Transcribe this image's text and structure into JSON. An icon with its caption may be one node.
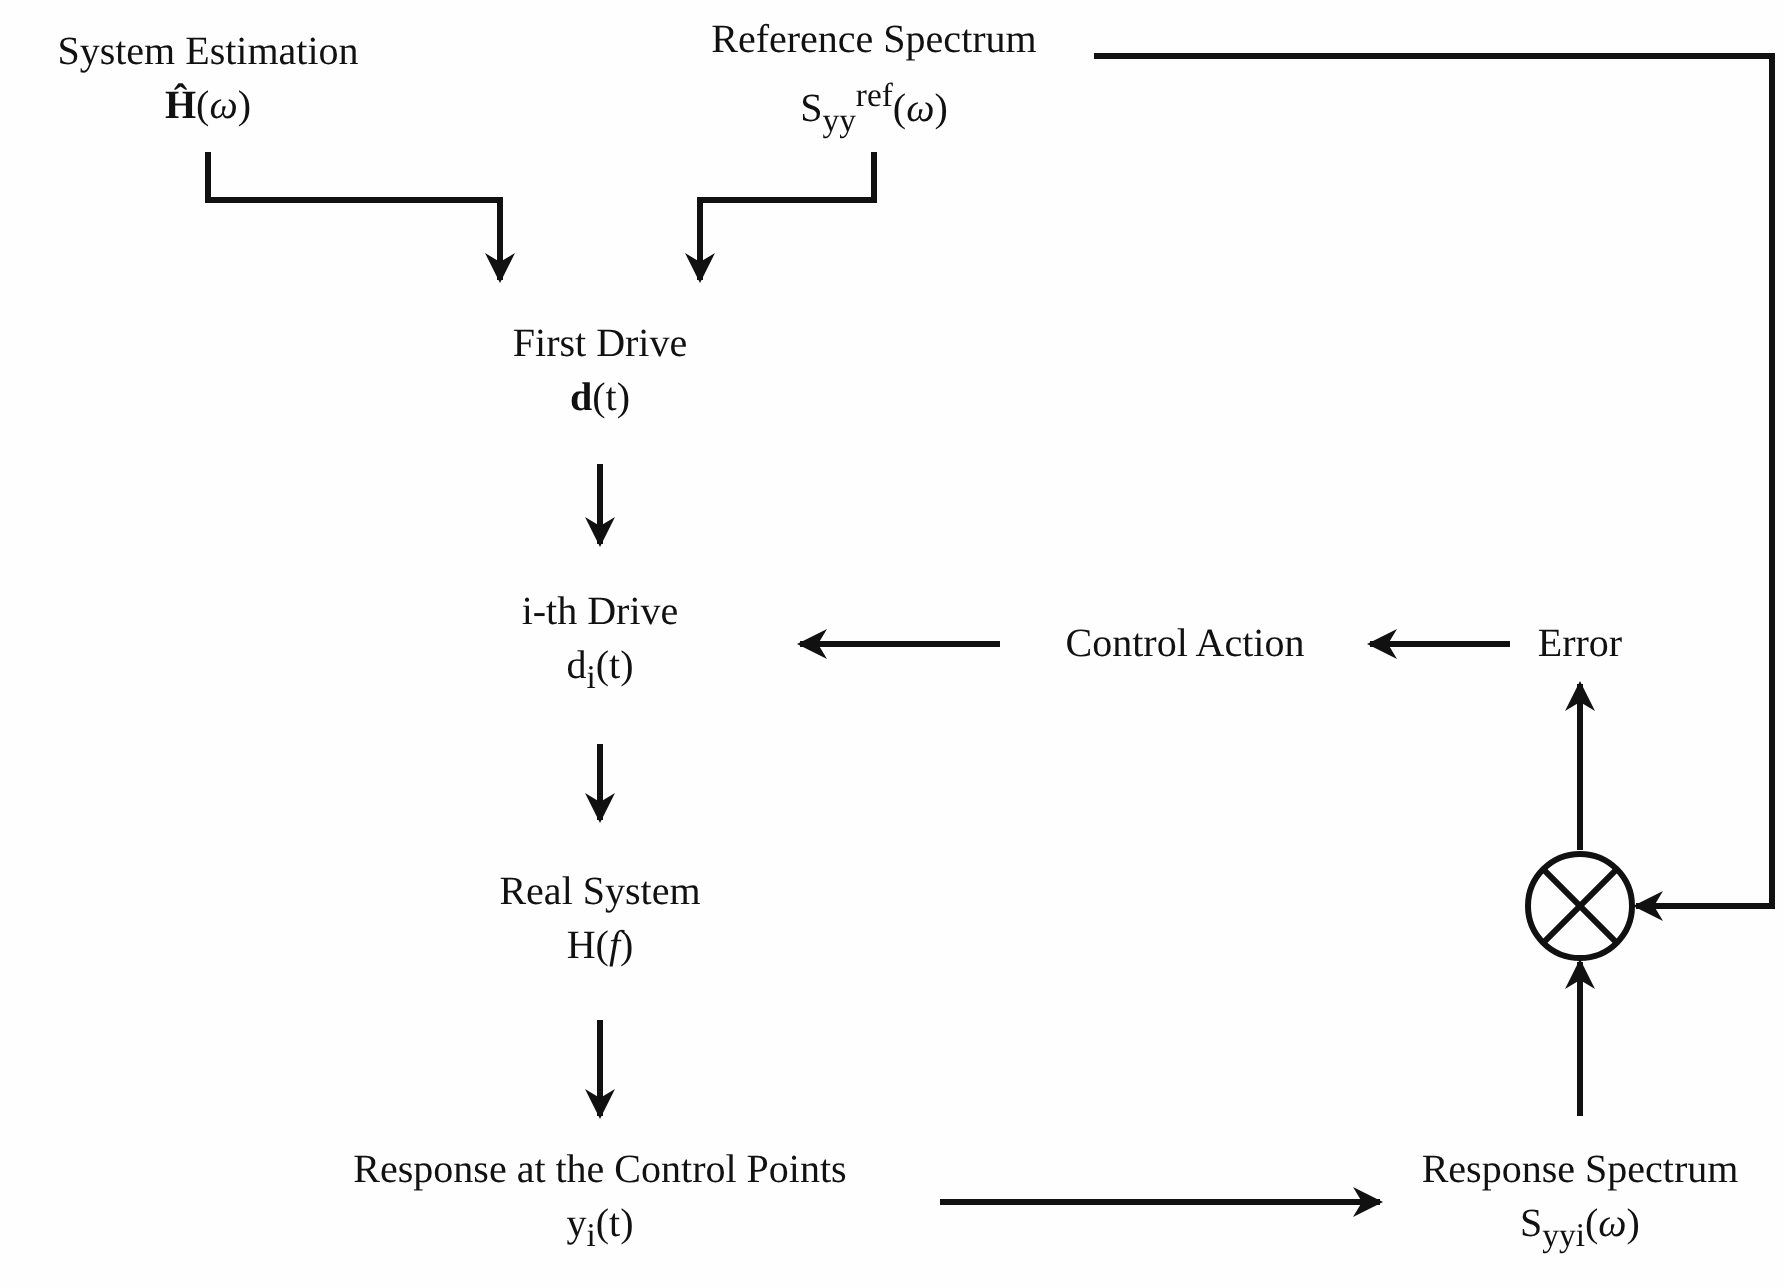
{
  "diagram": {
    "nodes": [
      {
        "text": [
          "System Estimation",
          "**Ĥ**(*ω*)"
        ]
      },
      {
        "text": [
          "Reference Spectrum",
          "S$_{yy}$$^{ref}$(*ω*)"
        ]
      },
      {
        "text": [
          "First Drive",
          "**d**(t)"
        ]
      },
      {
        "text": [
          "i-th Drive",
          "d$_{i}$(t)"
        ]
      },
      {
        "text": [
          "Control Action"
        ]
      },
      {
        "text": [
          "Error"
        ]
      },
      {
        "text": [],
        "shape": "circle"
      },
      {
        "text": [
          "Real System",
          "H(*f*)"
        ]
      },
      {
        "text": [
          "Response at the Control Points",
          "y$_{i}$(t)"
        ]
      },
      {
        "text": [
          "Response Spectrum",
          "S$_{yyi}$(*ω*)"
        ]
      }
    ],
    "edges": [
      {
        "from": 0,
        "to": 2,
        "arrow": "to"
      },
      {
        "from": 1,
        "to": 2,
        "arrow": "to"
      },
      {
        "from": 2,
        "to": 3,
        "arrow": "to"
      },
      {
        "from": 3,
        "to": 7,
        "arrow": "to"
      },
      {
        "from": 7,
        "to": 8,
        "arrow": "to"
      },
      {
        "from": 8,
        "to": 9,
        "arrow": "to"
      },
      {
        "from": 9,
        "to": 6,
        "arrow": "to"
      },
      {
        "from": 6,
        "to": 5,
        "arrow": "to"
      },
      {
        "from": 5,
        "to": 4,
        "arrow": "to"
      },
      {
        "from": 4,
        "to": 3,
        "arrow": "to"
      },
      {
        "from": 1,
        "to": 6,
        "arrow": "to"
      }
    ]
  }
}
